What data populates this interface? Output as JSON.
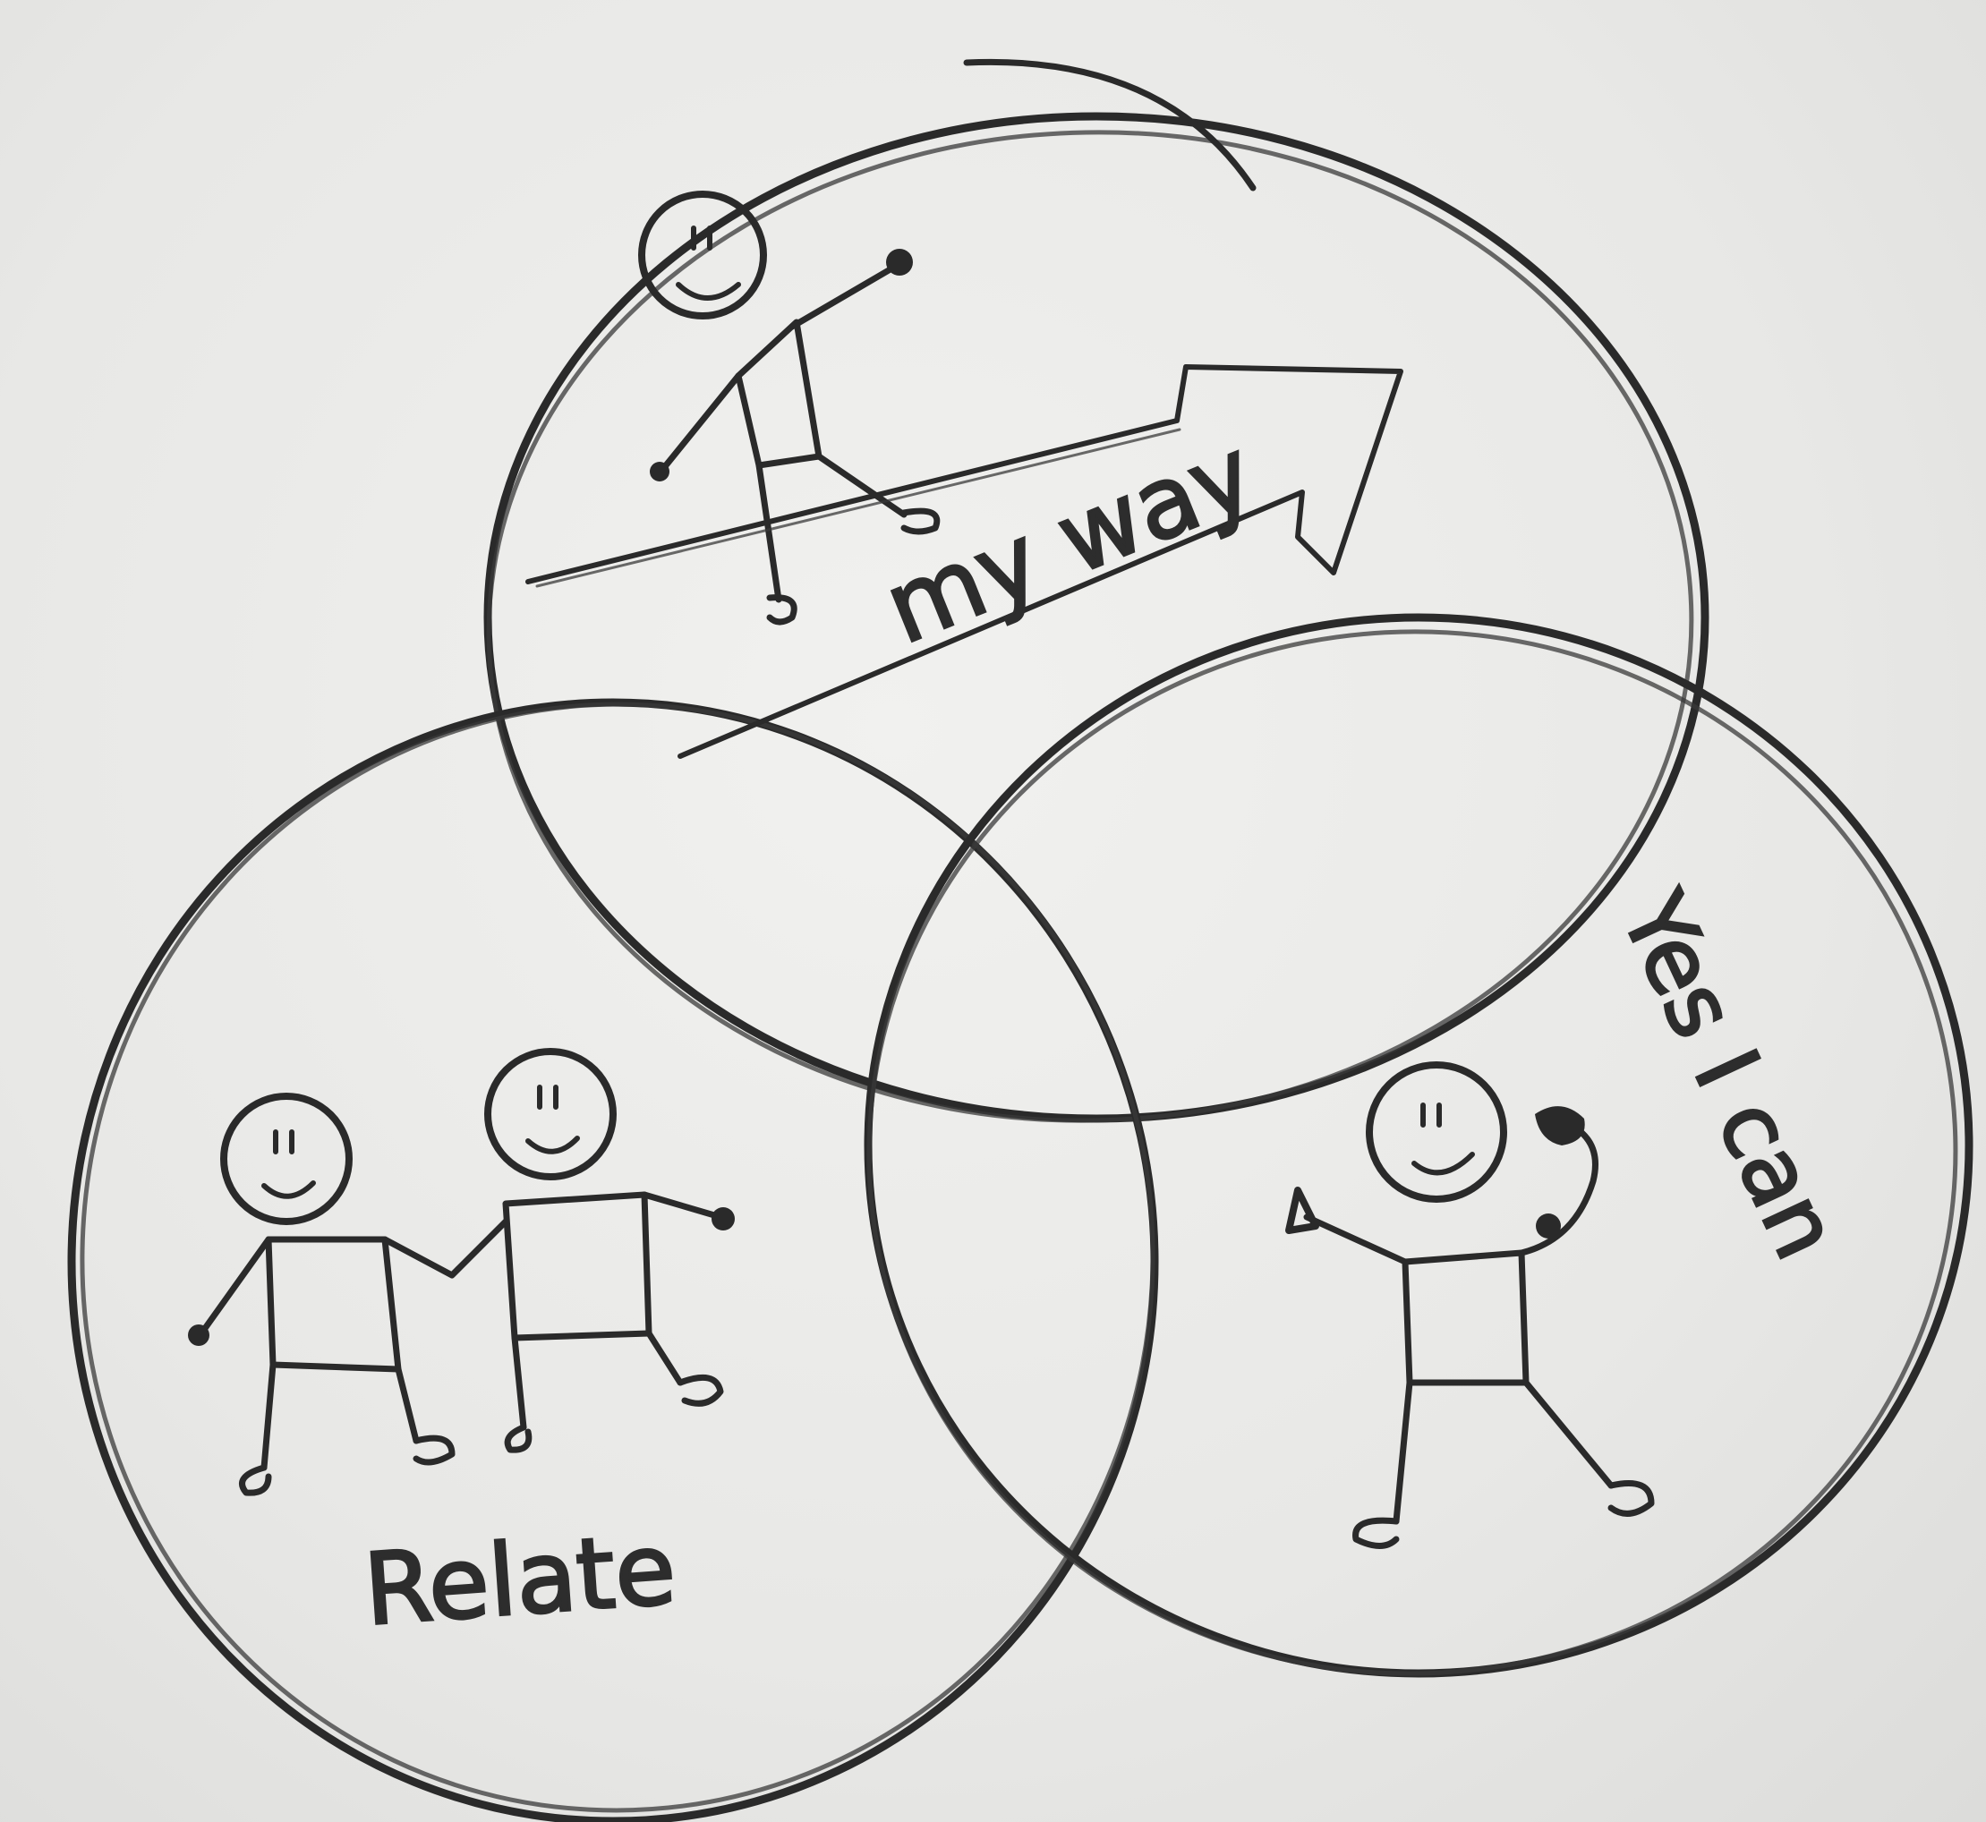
{
  "diagram": {
    "type": "venn",
    "circles": [
      {
        "label": "my way",
        "figure": "walking stick figure"
      },
      {
        "label": "Relate",
        "figure": "two stick figures holding hands"
      },
      {
        "label": "Yes I can",
        "figure": "flexing stick figure"
      }
    ]
  },
  "icons": [
    "walking-person-icon",
    "holding-hands-people-icon",
    "strong-person-icon",
    "arrow-icon"
  ],
  "colors": {
    "paper": "#ececea",
    "pencil": "#2a2a2a"
  }
}
